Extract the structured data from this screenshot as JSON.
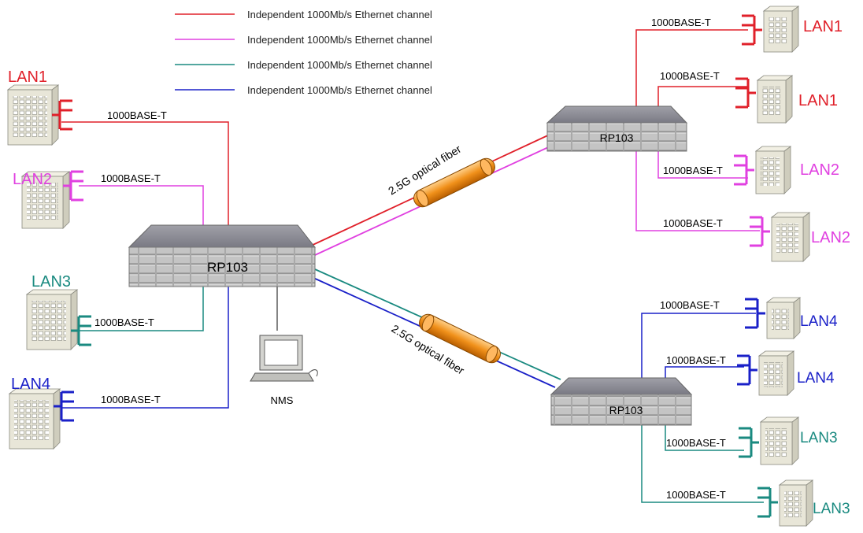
{
  "colors": {
    "red": "#e0202a",
    "magenta": "#e040e0",
    "teal": "#1a8a80",
    "blue": "#1a20c8",
    "fiber": "#f0901a",
    "building": "#e8e6d8"
  },
  "legend": [
    {
      "label": "Independent 1000Mb/s Ethernet channel",
      "color": "red"
    },
    {
      "label": "Independent 1000Mb/s Ethernet channel",
      "color": "magenta"
    },
    {
      "label": "Independent 1000Mb/s Ethernet channel",
      "color": "teal"
    },
    {
      "label": "Independent 1000Mb/s Ethernet channel",
      "color": "blue"
    }
  ],
  "devices": {
    "main": "RP103",
    "top_right": "RP103",
    "bottom_right": "RP103"
  },
  "nms_label": "NMS",
  "fiber_labels": {
    "upper": "2.5G optical fiber",
    "lower": "2.5G optical fiber"
  },
  "link_label": "1000BASE-T",
  "lans_left": [
    {
      "name": "LAN1",
      "color": "red"
    },
    {
      "name": "LAN2",
      "color": "magenta"
    },
    {
      "name": "LAN3",
      "color": "teal"
    },
    {
      "name": "LAN4",
      "color": "blue"
    }
  ],
  "lans_top_right": [
    {
      "name": "LAN1",
      "color": "red"
    },
    {
      "name": "LAN1",
      "color": "red"
    },
    {
      "name": "LAN2",
      "color": "magenta"
    },
    {
      "name": "LAN2",
      "color": "magenta"
    }
  ],
  "lans_bottom_right": [
    {
      "name": "LAN4",
      "color": "blue"
    },
    {
      "name": "LAN4",
      "color": "blue"
    },
    {
      "name": "LAN3",
      "color": "teal"
    },
    {
      "name": "LAN3",
      "color": "teal"
    }
  ]
}
